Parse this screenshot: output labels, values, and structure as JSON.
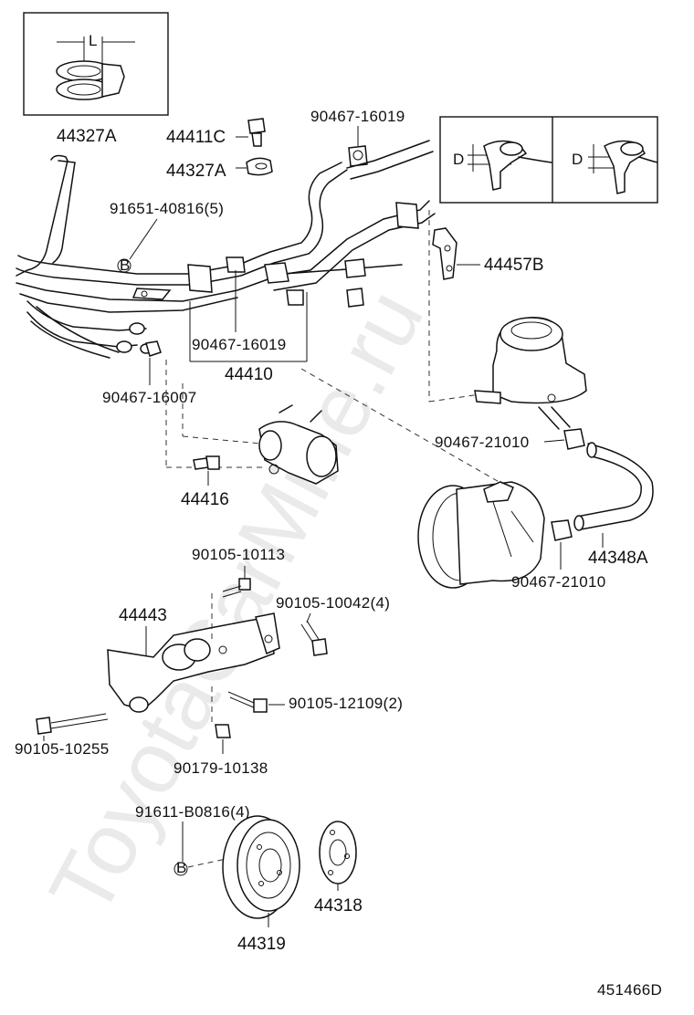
{
  "diagram": {
    "watermark": "ToyotaCarMine.ru",
    "figure_code": "451466D",
    "inset_labels": {
      "dim_L": "L",
      "dim_D": "D"
    },
    "labels": {
      "p44327A_top": "44327A",
      "p44411C": "44411C",
      "p44327A": "44327A",
      "p90467_16019_top": "90467-16019",
      "p91651_40816": "91651-40816(5)",
      "p44457B": "44457B",
      "p90467_16019": "90467-16019",
      "p44410": "44410",
      "p90467_16007": "90467-16007",
      "p90467_21010_a": "90467-21010",
      "p44416": "44416",
      "p90105_10113": "90105-10113",
      "p44348A": "44348A",
      "p90467_21010_b": "90467-21010",
      "p44443": "44443",
      "p90105_10042": "90105-10042(4)",
      "p90105_12109": "90105-12109(2)",
      "p90105_10255": "90105-10255",
      "p90179_10138": "90179-10138",
      "p91611_B0816": "91611-B0816(4)",
      "p44318": "44318",
      "p44319": "44319"
    },
    "marker_letter": "B"
  }
}
